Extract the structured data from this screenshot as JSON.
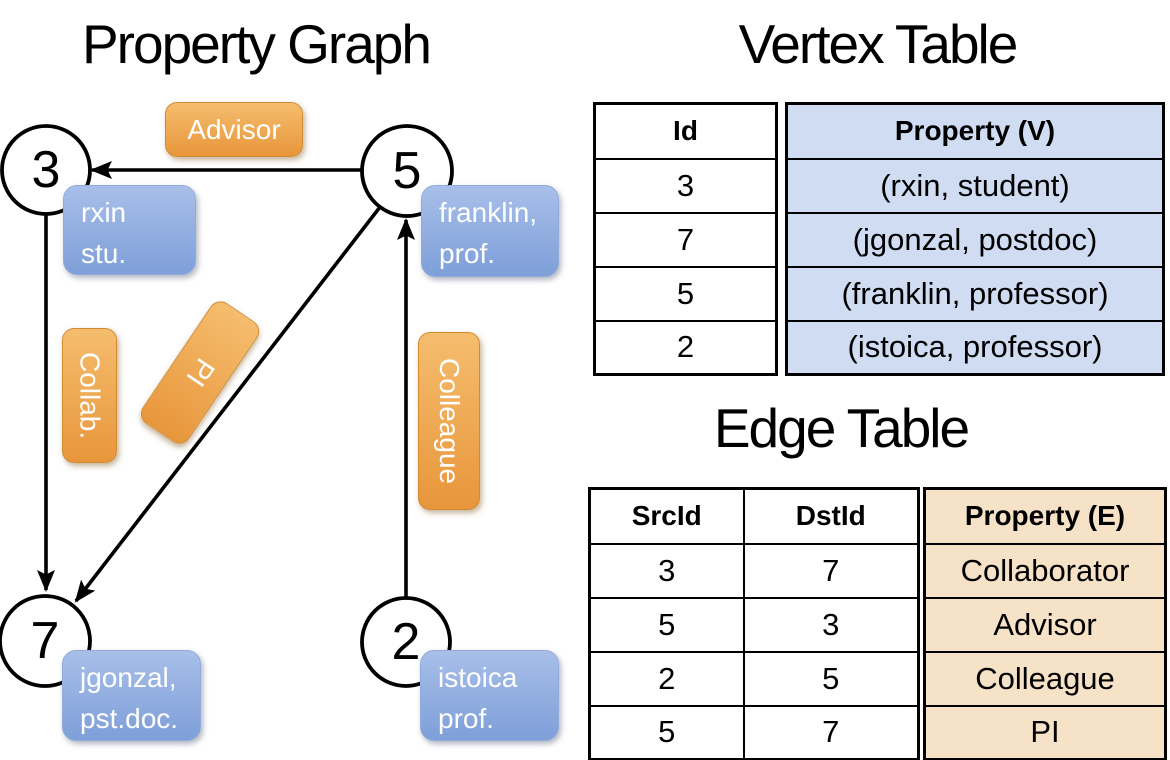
{
  "left_panel": {
    "title": "Property Graph",
    "nodes": [
      {
        "id": "3",
        "prop_line1": "rxin",
        "prop_line2": "stu."
      },
      {
        "id": "5",
        "prop_line1": "franklin,",
        "prop_line2": "prof."
      },
      {
        "id": "7",
        "prop_line1": "jgonzal,",
        "prop_line2": "pst.doc."
      },
      {
        "id": "2",
        "prop_line1": "istoica",
        "prop_line2": "prof."
      }
    ],
    "edge_labels": {
      "advisor": "Advisor",
      "collab": "Collab.",
      "pi": "PI",
      "colleague": "Colleague"
    }
  },
  "vertex_table": {
    "title": "Vertex Table",
    "id_header": "Id",
    "property_header": "Property (V)",
    "rows": [
      {
        "id": "3",
        "property": "(rxin, student)"
      },
      {
        "id": "7",
        "property": "(jgonzal, postdoc)"
      },
      {
        "id": "5",
        "property": "(franklin, professor)"
      },
      {
        "id": "2",
        "property": "(istoica, professor)"
      }
    ]
  },
  "edge_table": {
    "title": "Edge Table",
    "src_header": "SrcId",
    "dst_header": "DstId",
    "property_header": "Property (E)",
    "rows": [
      {
        "src": "3",
        "dst": "7",
        "property": "Collaborator"
      },
      {
        "src": "5",
        "dst": "3",
        "property": "Advisor"
      },
      {
        "src": "2",
        "dst": "5",
        "property": "Colleague"
      },
      {
        "src": "5",
        "dst": "7",
        "property": "PI"
      }
    ]
  },
  "colors": {
    "edge_label_orange": "#eda44b",
    "vertex_label_blue": "#8ba9dd",
    "vertex_cell_blue": "#cfdcf2",
    "edge_cell_orange": "#f6e2c6",
    "line_black": "#000000"
  }
}
